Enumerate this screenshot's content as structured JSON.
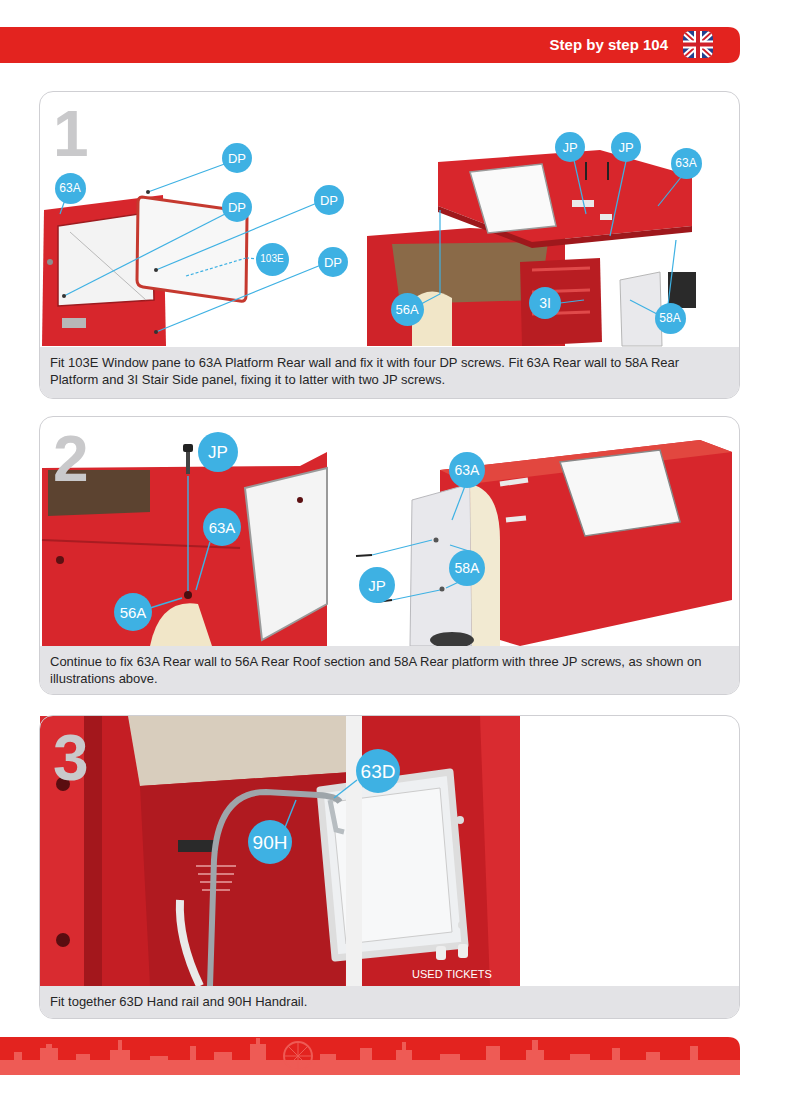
{
  "diagram": {
    "title": "Step by step 104",
    "nodes": [
      {
        "text": [
          "1"
        ]
      },
      {
        "text": [
          "DP"
        ],
        "in": 0
      },
      {
        "text": [
          "63A"
        ],
        "in": 0
      },
      {
        "text": [
          "DP"
        ],
        "in": 0
      },
      {
        "text": [
          "DP"
        ],
        "in": 0
      },
      {
        "text": [
          "103E"
        ],
        "in": 0
      },
      {
        "text": [
          "DP"
        ],
        "in": 0
      },
      {
        "text": [
          "JP"
        ],
        "in": 0
      },
      {
        "text": [
          "JP"
        ],
        "in": 0
      },
      {
        "text": [
          "63A"
        ],
        "in": 0
      },
      {
        "text": [
          "56A"
        ],
        "in": 0
      },
      {
        "text": [
          "3I"
        ],
        "in": 0
      },
      {
        "text": [
          "58A"
        ],
        "in": 0
      },
      {
        "text": [
          "Fit 103E Window pane to 63A Platform Rear wall and fix it with four DP screws. Fit 63A Rear wall to 58A Rear Platform and 3I Stair Side panel, fixing it to latter with two JP screws."
        ],
        "in": 0
      },
      {
        "text": [
          "2"
        ]
      },
      {
        "text": [
          "JP"
        ],
        "in": 14
      },
      {
        "text": [
          "63A"
        ],
        "in": 14
      },
      {
        "text": [
          "56A"
        ],
        "in": 14
      },
      {
        "text": [
          "63A"
        ],
        "in": 14
      },
      {
        "text": [
          "58A"
        ],
        "in": 14
      },
      {
        "text": [
          "JP"
        ],
        "in": 14
      },
      {
        "text": [
          "Continue to fix 63A Rear wall to 56A Rear Roof section and 58A Rear platform with three JP screws, as shown on illustrations above."
        ],
        "in": 14
      },
      {
        "text": [
          "3"
        ]
      },
      {
        "text": [
          "63D"
        ],
        "in": 22
      },
      {
        "text": [
          "90H"
        ],
        "in": 22
      },
      {
        "text": [
          "Fit together 63D Hand rail and 90H Handrail."
        ],
        "in": 22
      }
    ],
    "labels": [
      "USED TICKETS"
    ]
  }
}
